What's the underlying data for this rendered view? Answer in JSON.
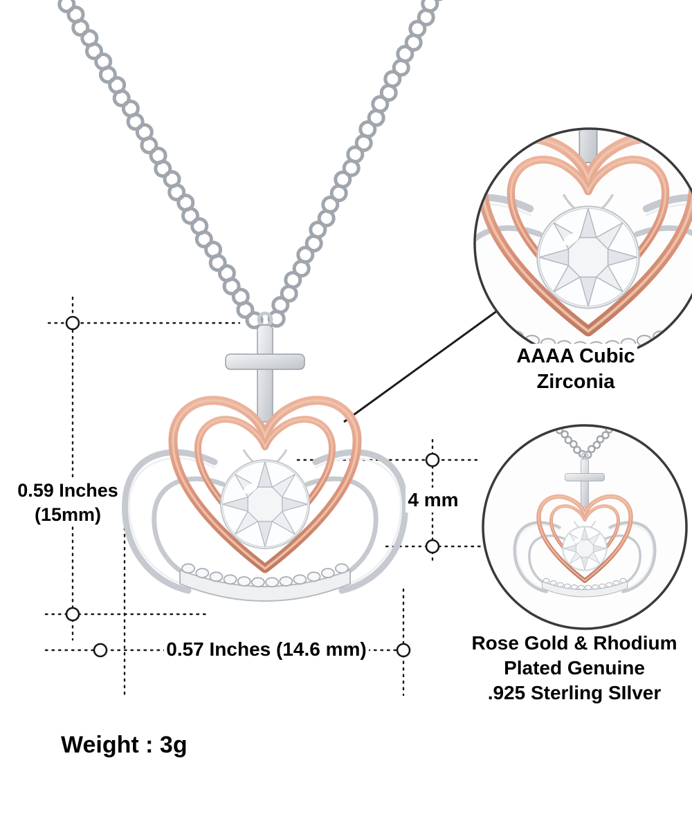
{
  "annotations": {
    "height": {
      "line1": "0.59 Inches",
      "line2": "(15mm)"
    },
    "width": {
      "label": "0.57 Inches (14.6 mm)"
    },
    "stone": {
      "label": "4 mm"
    },
    "weight": {
      "label": "Weight : 3g"
    }
  },
  "callouts": {
    "stone_detail": {
      "line1": "AAAA Cubic",
      "line2": "Zirconia"
    },
    "material": {
      "line1": "Rose Gold & Rhodium",
      "line2": "Plated Genuine",
      "line3": ".925  Sterling SIlver"
    }
  },
  "colors": {
    "rose_gold": "#d9937a",
    "silver": "#c6cad0",
    "line_color": "#161616",
    "ring_color": "#3a3a3a"
  }
}
